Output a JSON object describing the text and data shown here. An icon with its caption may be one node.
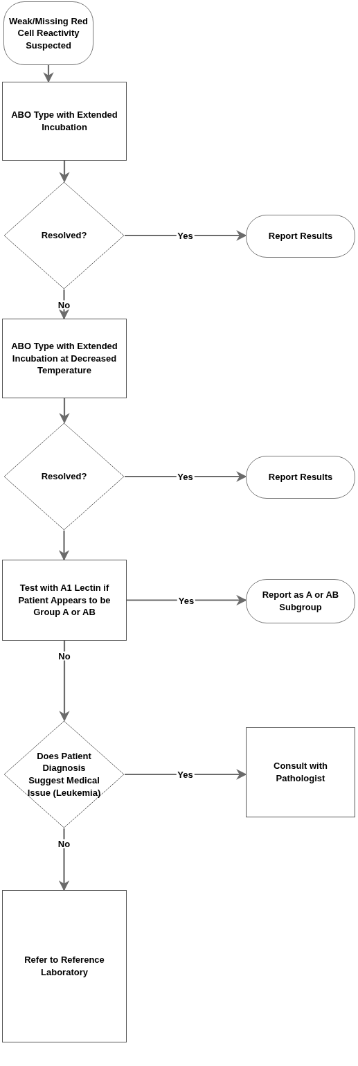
{
  "diagram": {
    "nodes": [
      {
        "text": [
          "Weak/Missing Red Cell Reactivity Suspected"
        ]
      },
      {
        "text": [
          "ABO Type with Extended Incubation"
        ]
      },
      {
        "text": [
          "Resolved?"
        ]
      },
      {
        "text": [
          "Report Results"
        ]
      },
      {
        "text": [
          "ABO Type with Extended Incubation at Decreased Temperature"
        ]
      },
      {
        "text": [
          "Resolved?"
        ]
      },
      {
        "text": [
          "Report Results"
        ]
      },
      {
        "text": [
          "Test with A1 Lectin if Patient Appears to be Group A or AB"
        ]
      },
      {
        "text": [
          "Report as A or AB Subgroup"
        ]
      },
      {
        "text": [
          "Does Patient Diagnosis Suggest Medical Issue (Leukemia)"
        ]
      },
      {
        "text": [
          "Consult with Pathologist"
        ]
      },
      {
        "text": [
          "Refer to Reference Laboratory"
        ]
      }
    ],
    "edges": [
      {
        "from": 0,
        "to": 1,
        "arrow": "to"
      },
      {
        "from": 1,
        "to": 2,
        "arrow": "to"
      },
      {
        "from": 2,
        "to": 3,
        "arrow": "to",
        "label": "Yes"
      },
      {
        "from": 2,
        "to": 4,
        "arrow": "to",
        "label": "No"
      },
      {
        "from": 4,
        "to": 5,
        "arrow": "to"
      },
      {
        "from": 5,
        "to": 6,
        "arrow": "to",
        "label": "Yes"
      },
      {
        "from": 5,
        "to": 7,
        "arrow": "to"
      },
      {
        "from": 7,
        "to": 8,
        "arrow": "to",
        "label": "Yes"
      },
      {
        "from": 7,
        "to": 9,
        "arrow": "to",
        "label": "No"
      },
      {
        "from": 9,
        "to": 10,
        "arrow": "to",
        "label": "Yes"
      },
      {
        "from": 9,
        "to": 11,
        "arrow": "to",
        "label": "No"
      }
    ]
  }
}
